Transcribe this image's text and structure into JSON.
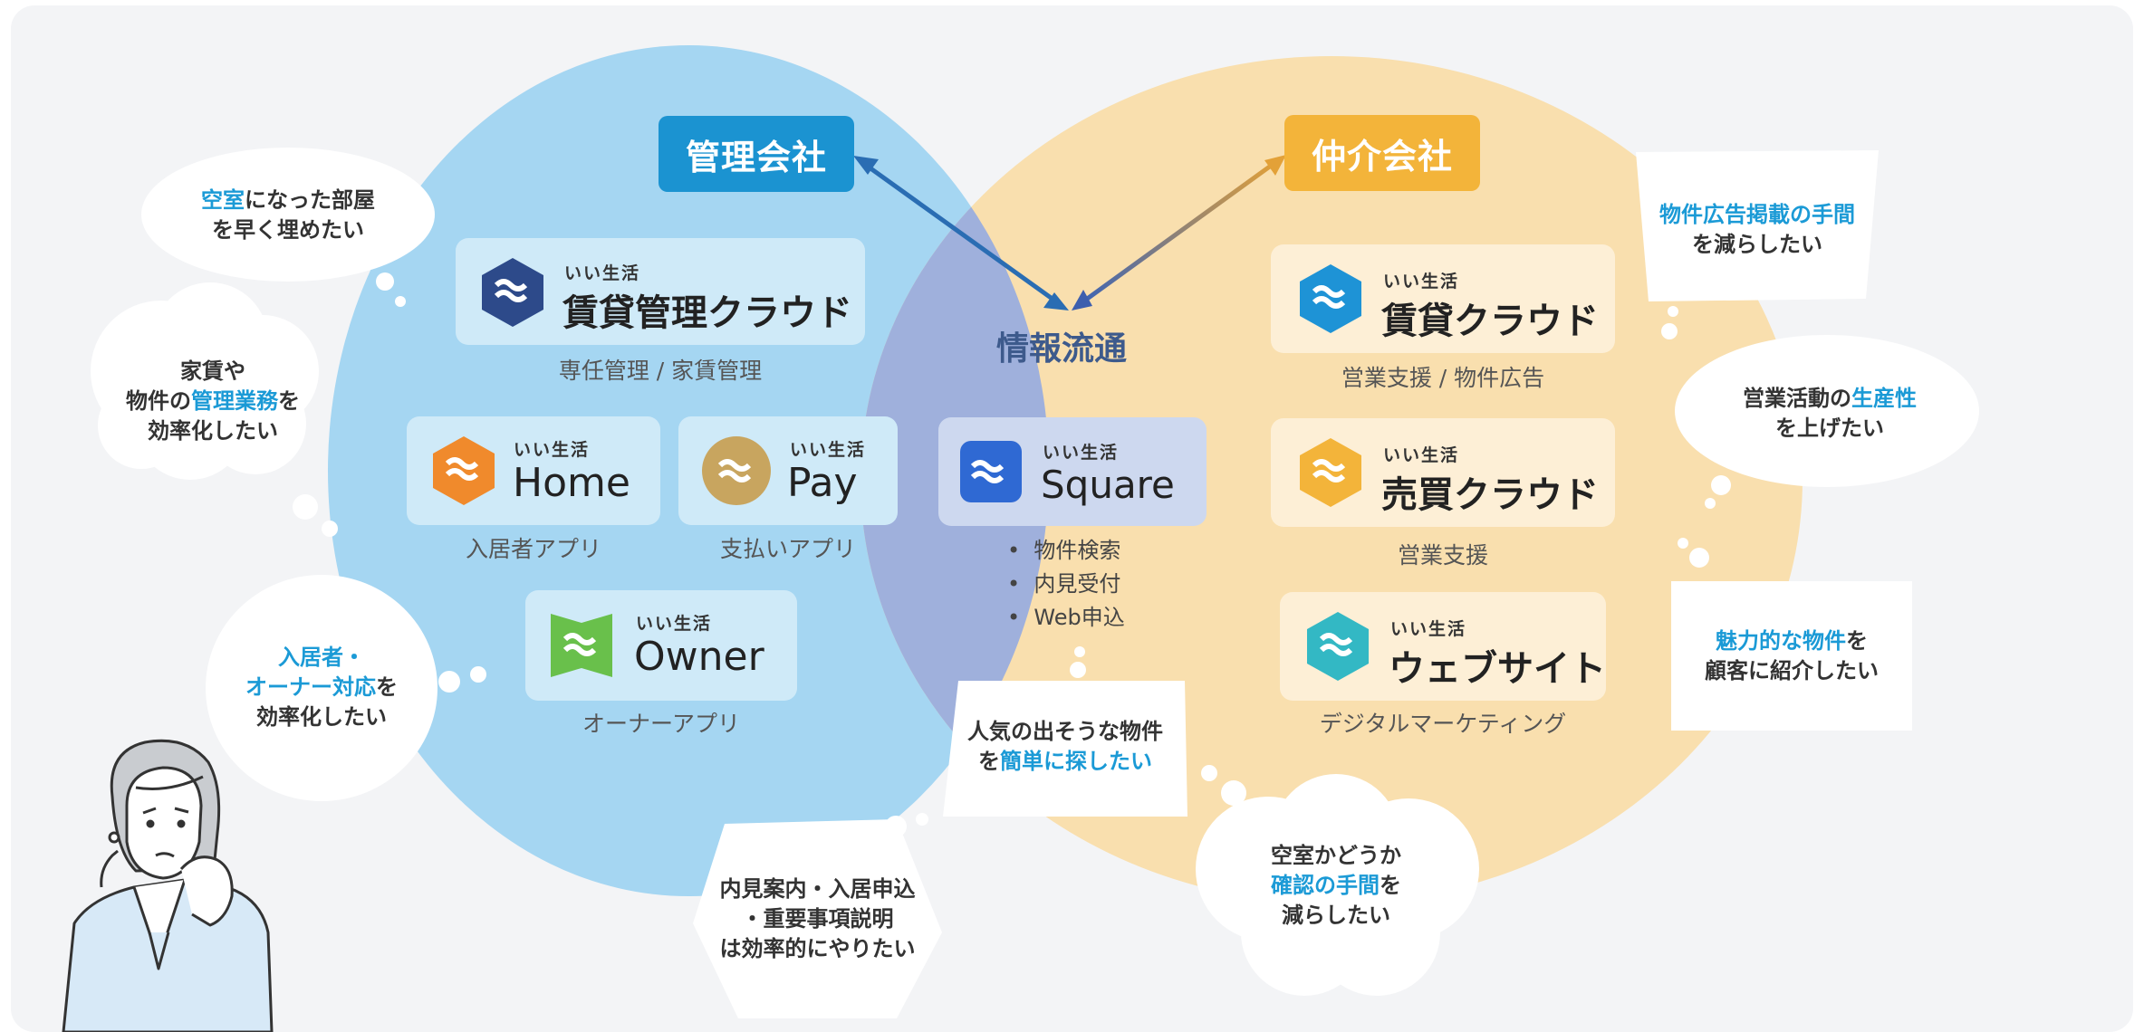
{
  "colors": {
    "left_circle": "#a5d6f2",
    "right_circle": "#f9dfae",
    "overlap": "#9fb0dc",
    "management_company": "#1b93d1",
    "brokerage_company": "#f3b43a",
    "highlight_text": "#1b9ad6"
  },
  "companies": {
    "management": "管理会社",
    "brokerage": "仲介会社"
  },
  "center": {
    "label": "情報流通",
    "product": {
      "brand": "いい生活",
      "name": "Square",
      "icon": "square-logo-icon"
    },
    "features": [
      "物件検索",
      "内見受付",
      "Web申込"
    ]
  },
  "management_products": [
    {
      "key": "chintai_kanri",
      "brand": "いい生活",
      "name": "賃貸管理クラウド",
      "caption": "専任管理 / 家賃管理",
      "icon": "chintai-kanri-logo-icon"
    },
    {
      "key": "home",
      "brand": "いい生活",
      "name": "Home",
      "caption": "入居者アプリ",
      "icon": "home-logo-icon"
    },
    {
      "key": "pay",
      "brand": "いい生活",
      "name": "Pay",
      "caption": "支払いアプリ",
      "icon": "pay-logo-icon"
    },
    {
      "key": "owner",
      "brand": "いい生活",
      "name": "Owner",
      "caption": "オーナーアプリ",
      "icon": "owner-logo-icon"
    }
  ],
  "brokerage_products": [
    {
      "key": "chintai",
      "brand": "いい生活",
      "name": "賃貸クラウド",
      "caption": "営業支援 / 物件広告",
      "icon": "chintai-logo-icon"
    },
    {
      "key": "baibai",
      "brand": "いい生活",
      "name": "売買クラウド",
      "caption": "営業支援",
      "icon": "baibai-logo-icon"
    },
    {
      "key": "website",
      "brand": "いい生活",
      "name": "ウェブサイト",
      "caption": "デジタルマーケティング",
      "icon": "website-logo-icon"
    }
  ],
  "bubbles": {
    "vacancy": {
      "l1_hl": "空室",
      "l1_rest": "になった部屋",
      "l2": "を早く埋めたい"
    },
    "rent": {
      "l1": "家賃や",
      "l2_pre": "物件の",
      "l2_hl": "管理業務",
      "l2_post": "を",
      "l3": "効率化したい"
    },
    "tenant": {
      "l1_hl": "入居者・",
      "l2_hl": "オーナー対応",
      "l2_post": "を",
      "l3": "効率化したい"
    },
    "viewing": {
      "l1": "内見案内・入居申込",
      "l2": "・重要事項説明",
      "l3": "は効率的にやりたい"
    },
    "search": {
      "l1": "人気の出そうな物件",
      "l2_pre": "を",
      "l2_hl": "簡単に探したい"
    },
    "confirm": {
      "l1": "空室かどうか",
      "l2_hl": "確認の手間",
      "l2_post": "を",
      "l3": "減らしたい"
    },
    "ad": {
      "l1_hl": "物件広告掲載の手間",
      "l2": "を減らしたい"
    },
    "sales": {
      "l1_pre": "営業活動の",
      "l1_hl": "生産性",
      "l2": "を上げたい"
    },
    "attractive": {
      "l1_hl": "魅力的な物件",
      "l1_post": "を",
      "l2": "顧客に紹介したい"
    }
  },
  "person": {
    "icon": "worried-businesswoman-illustration"
  }
}
